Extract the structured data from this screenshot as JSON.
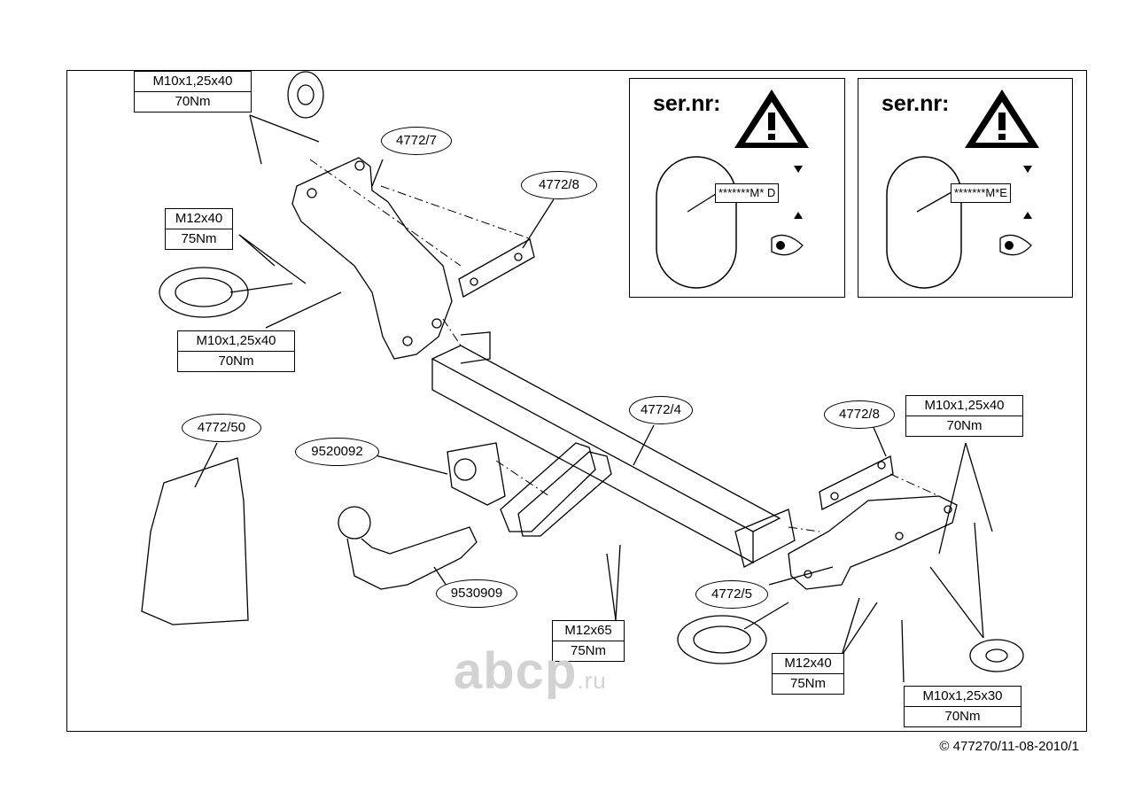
{
  "parts": {
    "bracket_left": "4772/7",
    "plate_left": "4772/8",
    "crossbar": "4772/4",
    "plate_right": "4772/8",
    "bracket_right": "4772/5",
    "socket_plate": "9520092",
    "towball": "9530909",
    "fitting_kit": "4772/50"
  },
  "fasteners": {
    "top_left": {
      "size": "M10x1,25x40",
      "torque": "70Nm"
    },
    "mid_left": {
      "size": "M12x40",
      "torque": "75Nm"
    },
    "lower_left": {
      "size": "M10x1,25x40",
      "torque": "70Nm"
    },
    "right_top": {
      "size": "M10x1,25x40",
      "torque": "70Nm"
    },
    "center_bottom": {
      "size": "M12x65",
      "torque": "75Nm"
    },
    "right_bottom": {
      "size": "M12x40",
      "torque": "75Nm"
    },
    "right_lowest": {
      "size": "M10x1,25x30",
      "torque": "70Nm"
    }
  },
  "serial_panels": [
    {
      "title": "ser.nr:",
      "code": "*******M* D"
    },
    {
      "title": "ser.nr:",
      "code": "*******M*E"
    }
  ],
  "copyright": "© 477270/11-08-2010/1",
  "watermark": {
    "name": "abcp",
    "tld": ".ru"
  }
}
